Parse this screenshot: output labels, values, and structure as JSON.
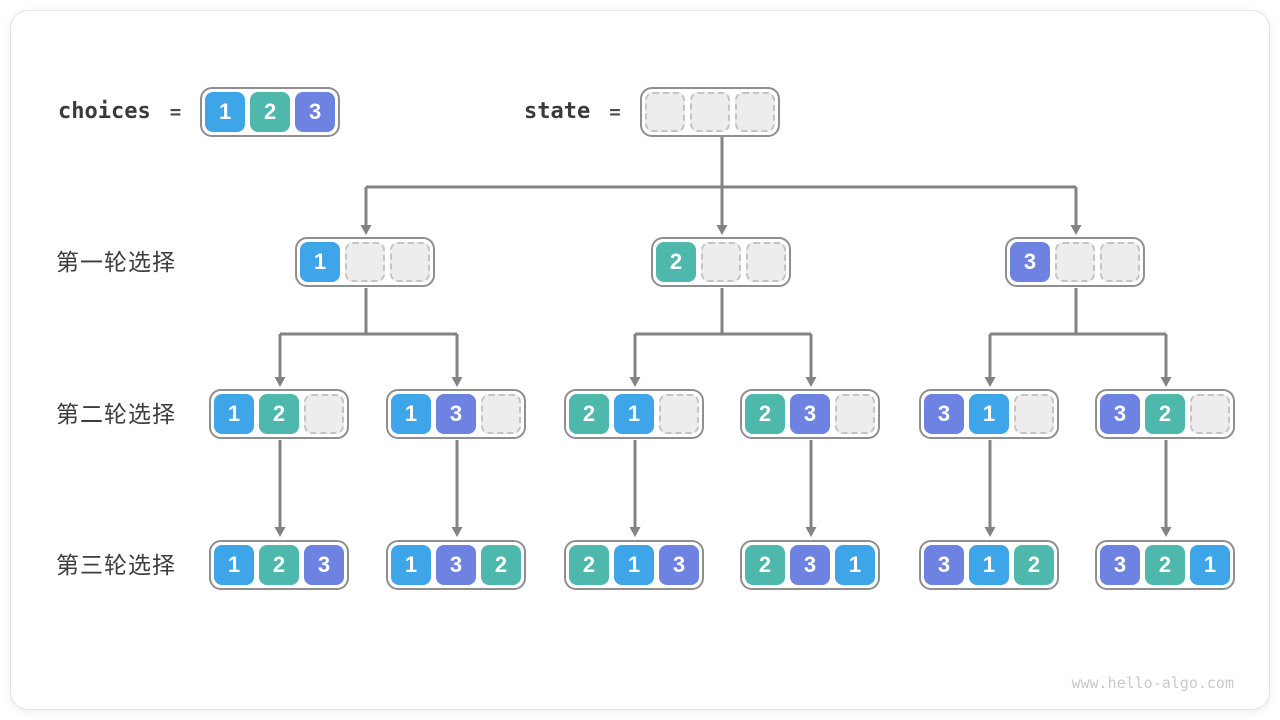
{
  "palette": {
    "value_1": "#3ea5e8",
    "value_2": "#4fb8ac",
    "value_3": "#6e82e2",
    "connector": "#838383",
    "node_border": "#8f8f8f",
    "empty_cell_bg": "#ededed",
    "empty_cell_border": "#c4c4c4",
    "label_text": "#3d3d3d",
    "watermark_text": "#c9c9c9"
  },
  "legend": {
    "choices": {
      "name": "choices",
      "equals": "=",
      "cells": [
        "1",
        "2",
        "3"
      ]
    },
    "state": {
      "name": "state",
      "equals": "=",
      "cells": [
        "",
        "",
        ""
      ]
    }
  },
  "rows": [
    {
      "label": "第一轮选择",
      "nodes": [
        [
          "1",
          "",
          ""
        ],
        [
          "2",
          "",
          ""
        ],
        [
          "3",
          "",
          ""
        ]
      ]
    },
    {
      "label": "第二轮选择",
      "nodes": [
        [
          "1",
          "2",
          ""
        ],
        [
          "1",
          "3",
          ""
        ],
        [
          "2",
          "1",
          ""
        ],
        [
          "2",
          "3",
          ""
        ],
        [
          "3",
          "1",
          ""
        ],
        [
          "3",
          "2",
          ""
        ]
      ]
    },
    {
      "label": "第三轮选择",
      "nodes": [
        [
          "1",
          "2",
          "3"
        ],
        [
          "1",
          "3",
          "2"
        ],
        [
          "2",
          "1",
          "3"
        ],
        [
          "2",
          "3",
          "1"
        ],
        [
          "3",
          "1",
          "2"
        ],
        [
          "3",
          "2",
          "1"
        ]
      ]
    }
  ],
  "watermark": "www.hello-algo.com"
}
